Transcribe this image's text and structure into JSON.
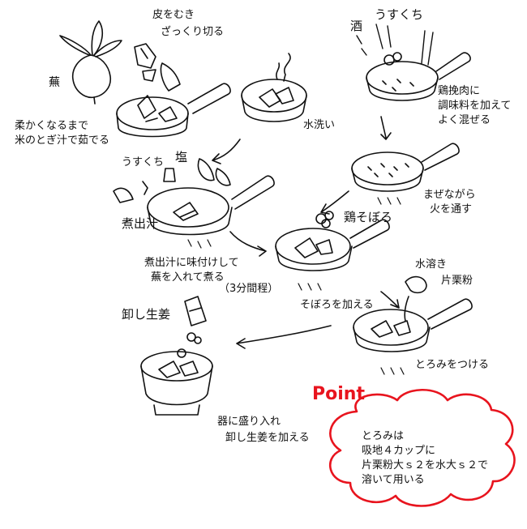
{
  "labels": {
    "kabu": "蕪",
    "peel_line1": "皮をむき",
    "peel_line2": "ざっくり切る",
    "boil_line1": "柔かくなるまで",
    "boil_line2": "米のとぎ汁で茹でる",
    "rinse": "水洗い",
    "usukuchi_top": "うすくち",
    "sake": "酒",
    "chicken_line1": "鶏挽肉に",
    "chicken_line2": "調味料を加えて",
    "chicken_line3": "よく混ぜる",
    "usukuchi_mid": "うすくち",
    "salt": "塩",
    "dashi": "煮出汁",
    "stir_line1": "まぜながら",
    "stir_line2": "火を通す",
    "soboro": "鶏そぼろ",
    "simmer_line1": "煮出汁に味付けして",
    "simmer_line2": "蕪を入れて煮る",
    "simmer_line3": "（3分間程）",
    "dissolve": "水溶き",
    "katakuri": "片栗粉",
    "add_soboro": "そぼろを加える",
    "ginger": "卸し生姜",
    "thicken": "とろみをつける",
    "serve_line1": "器に盛り入れ",
    "serve_line2": "卸し生姜を加える"
  },
  "point": {
    "title": "Point",
    "lines": [
      "とろみは",
      "吸地４カップに",
      "片栗粉大ｓ２を水大ｓ２で",
      "溶いて用いる"
    ]
  },
  "colors": {
    "accent": "#e8141e",
    "ink": "#111111"
  }
}
